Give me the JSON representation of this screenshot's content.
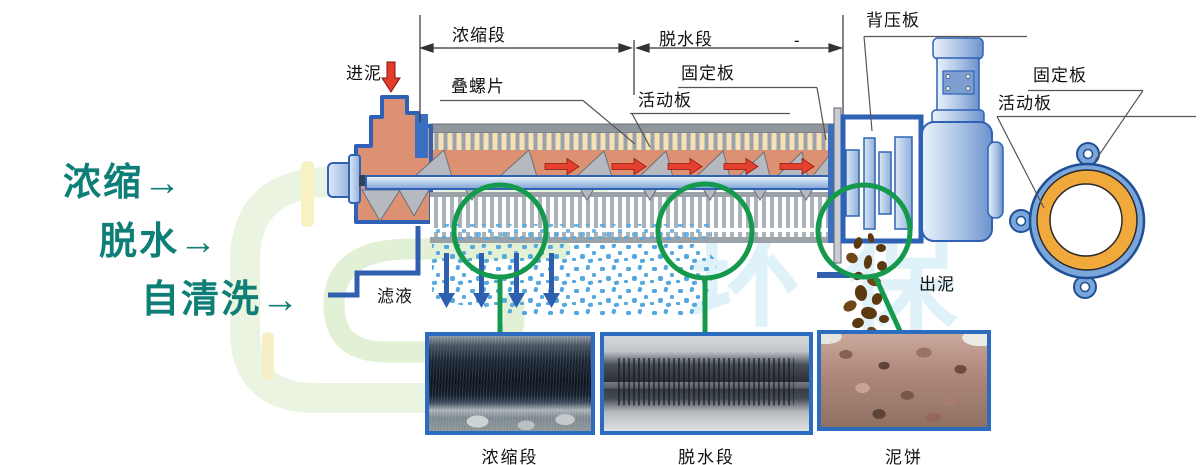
{
  "headline": {
    "line1": "浓缩→",
    "line2": "脱水→",
    "line3": "自清洗→"
  },
  "labels": {
    "feed": "进泥",
    "thickening_section": "浓缩段",
    "dewatering_section": "脱水段",
    "dash": "-",
    "screw_plates": "叠螺片",
    "fixed_plate": "固定板",
    "movable_plate": "活动板",
    "back_pressure_plate": "背压板",
    "fixed_plate_right": "固定板",
    "movable_plate_right": "活动板",
    "filtrate": "滤液",
    "sludge_out": "出泥"
  },
  "photos": [
    {
      "label": "浓缩段"
    },
    {
      "label": "脱水段"
    },
    {
      "label": "泥饼"
    }
  ],
  "watermark": {
    "char1": "环",
    "char2": "保"
  },
  "colors": {
    "headline_teal": "#0e7f76",
    "outline_blue": "#2f62b5",
    "sludge_salmon": "#dc9272",
    "stripe_cream": "#f6e0b4",
    "ring_orange": "#f2a93c",
    "magnifier_green": "#159a4d",
    "arrow_red": "#e8402e",
    "droplet_blue": "#54a8e0",
    "mud_brown": "#5b3a12"
  }
}
